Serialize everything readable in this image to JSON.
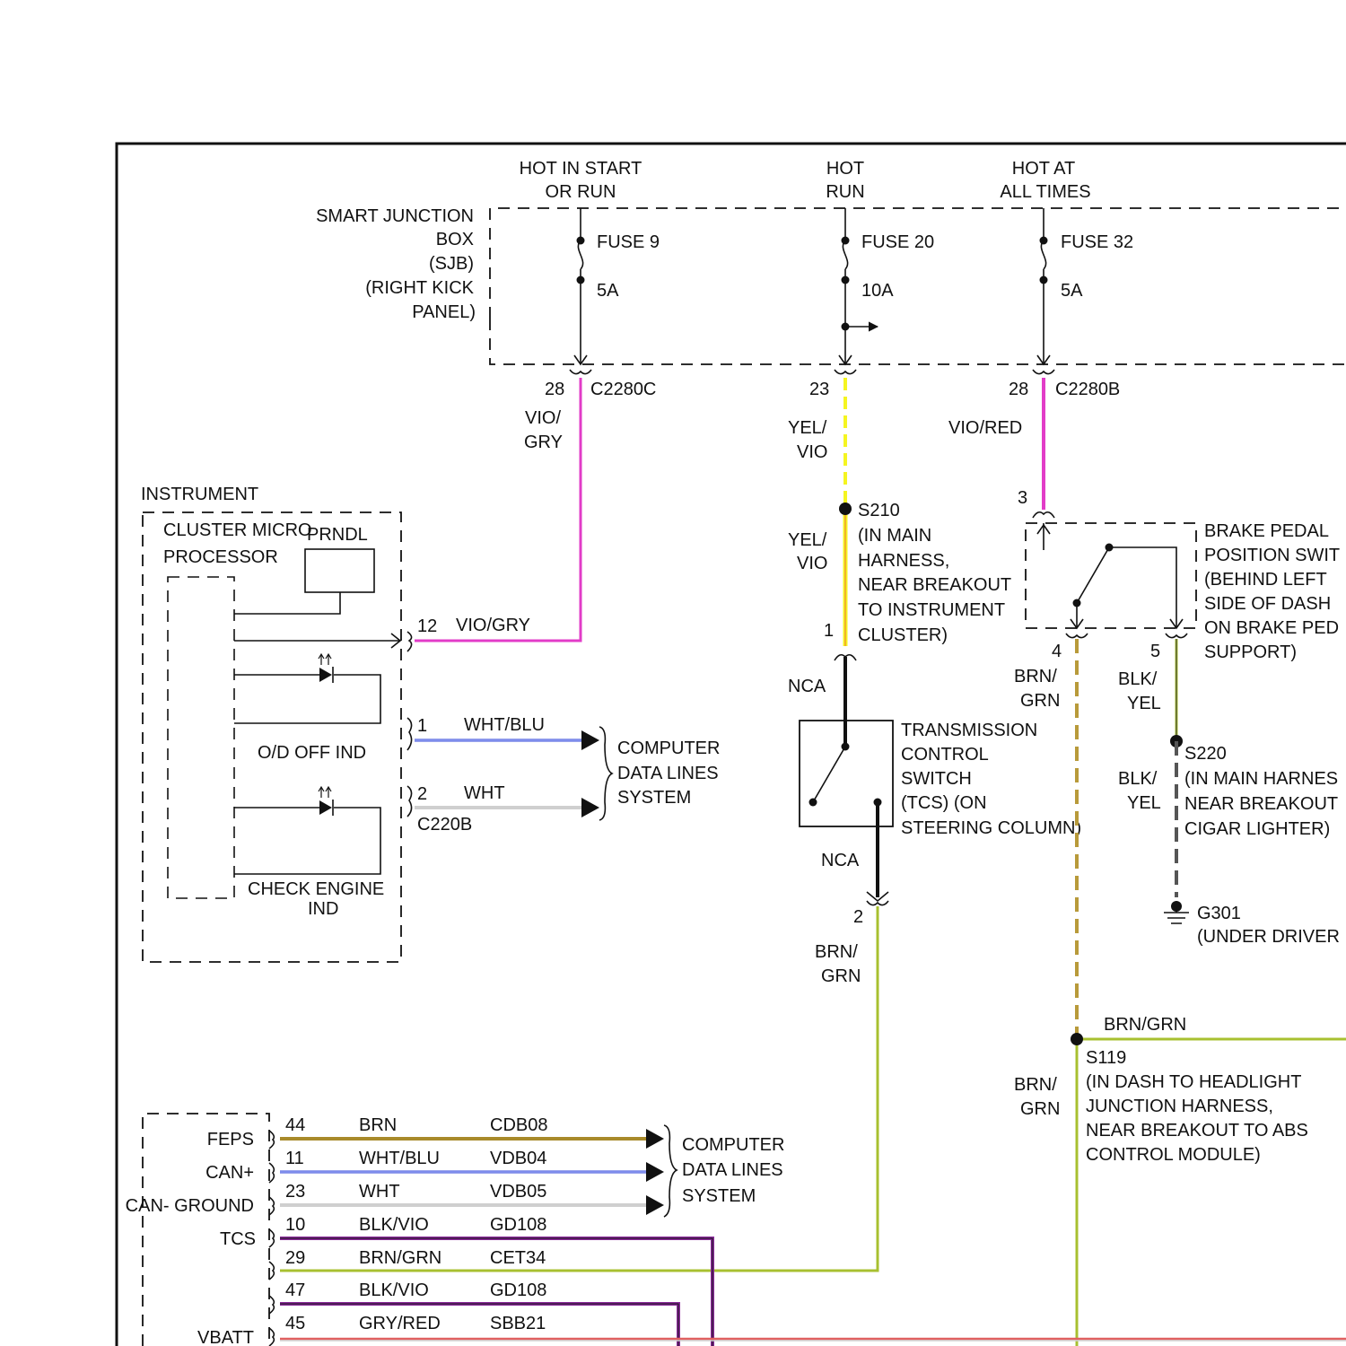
{
  "power": {
    "start_run": [
      "HOT IN START",
      "OR RUN"
    ],
    "run": [
      "HOT",
      "RUN"
    ],
    "all_times": [
      "HOT AT",
      "ALL TIMES"
    ]
  },
  "sjb": {
    "label": [
      "SMART JUNCTION",
      "BOX",
      "(SJB)",
      "(RIGHT KICK",
      "PANEL)"
    ],
    "fuses": [
      {
        "name": "FUSE 9",
        "rating": "5A"
      },
      {
        "name": "FUSE 20",
        "rating": "10A"
      },
      {
        "name": "FUSE 32",
        "rating": "5A"
      }
    ]
  },
  "connectors": {
    "c2280c": {
      "pin": "28",
      "name": "C2280C"
    },
    "c2280b_23": {
      "pin": "23"
    },
    "c2280b_28": {
      "pin": "28",
      "name": "C2280B"
    },
    "c220b": "C220B"
  },
  "wires": {
    "vio_gry": [
      "VIO/",
      "GRY"
    ],
    "yel_vio": [
      "YEL/",
      "VIO"
    ],
    "yel_vio_2": [
      "YEL/",
      "VIO"
    ],
    "vio_red": "VIO/RED",
    "vio_gry_12": "VIO/GRY",
    "wht_blu": "WHT/BLU",
    "wht": "WHT",
    "brn_grn_4": [
      "BRN/",
      "GRN"
    ],
    "blk_yel_5": [
      "BLK/",
      "YEL"
    ],
    "blk_yel_s220": [
      "BLK/",
      "YEL"
    ],
    "brn_grn_2": [
      "BRN/",
      "GRN"
    ],
    "brn_grn_s119_left": [
      "BRN/",
      "GRN"
    ],
    "brn_grn_s119_right": "BRN/GRN"
  },
  "splices": {
    "s210": [
      "S210",
      "(IN MAIN",
      "HARNESS,",
      "NEAR BREAKOUT",
      "TO INSTRUMENT",
      "CLUSTER)"
    ],
    "s220": [
      "S220",
      "(IN MAIN HARNES",
      "NEAR BREAKOUT",
      "CIGAR LIGHTER)"
    ],
    "s119": [
      "S119",
      "(IN DASH TO HEADLIGHT",
      "JUNCTION HARNESS,",
      "NEAR BREAKOUT TO ABS",
      "CONTROL MODULE)"
    ]
  },
  "ground": [
    "G301",
    "(UNDER DRIVER"
  ],
  "instrument": {
    "title": "INSTRUMENT",
    "micro": [
      "CLUSTER MICRO",
      "PROCESSOR"
    ],
    "prndl": "PRNDL",
    "od_off": "O/D OFF IND",
    "check_engine": [
      "CHECK ENGINE",
      "IND"
    ],
    "pin_12": "12",
    "pin_1": "1",
    "pin_2": "2"
  },
  "computer_data_lines": [
    "COMPUTER",
    "DATA LINES",
    "SYSTEM"
  ],
  "computer_data_lines_2": [
    "COMPUTER",
    "DATA LINES",
    "SYSTEM"
  ],
  "brake_switch": {
    "label": [
      "BRAKE PEDAL",
      "POSITION SWIT",
      "(BEHIND LEFT",
      "SIDE OF DASH",
      "ON BRAKE PED",
      "SUPPORT)"
    ],
    "pin_in": "3",
    "pin_4": "4",
    "pin_5": "5"
  },
  "tcs": {
    "label": [
      "TRANSMISSION",
      "CONTROL",
      "SWITCH",
      "(TCS) (ON",
      "STEERING COLUMN)"
    ],
    "nca_top": "NCA",
    "nca_bottom": "NCA",
    "pin_1": "1",
    "pin_2": "2"
  },
  "pcm": {
    "signals": [
      "FEPS",
      "CAN+",
      "CAN- GROUND",
      "TCS",
      "VBATT"
    ],
    "rows": [
      {
        "pin": "44",
        "color": "BRN",
        "circuit": "CDB08"
      },
      {
        "pin": "11",
        "color": "WHT/BLU",
        "circuit": "VDB04"
      },
      {
        "pin": "23",
        "color": "WHT",
        "circuit": "VDB05"
      },
      {
        "pin": "10",
        "color": "BLK/VIO",
        "circuit": "GD108"
      },
      {
        "pin": "29",
        "color": "BRN/GRN",
        "circuit": "CET34"
      },
      {
        "pin": "47",
        "color": "BLK/VIO",
        "circuit": "GD108"
      },
      {
        "pin": "45",
        "color": "GRY/RED",
        "circuit": "SBB21"
      }
    ]
  },
  "colors": {
    "vio": "#e23cc8",
    "yel": "#f5f520",
    "olive": "#a8c030",
    "khaki": "#b89a3a",
    "blu": "#3448d8",
    "gry": "#cfcfcf",
    "gry_red": "#e06060",
    "black": "#111111"
  }
}
